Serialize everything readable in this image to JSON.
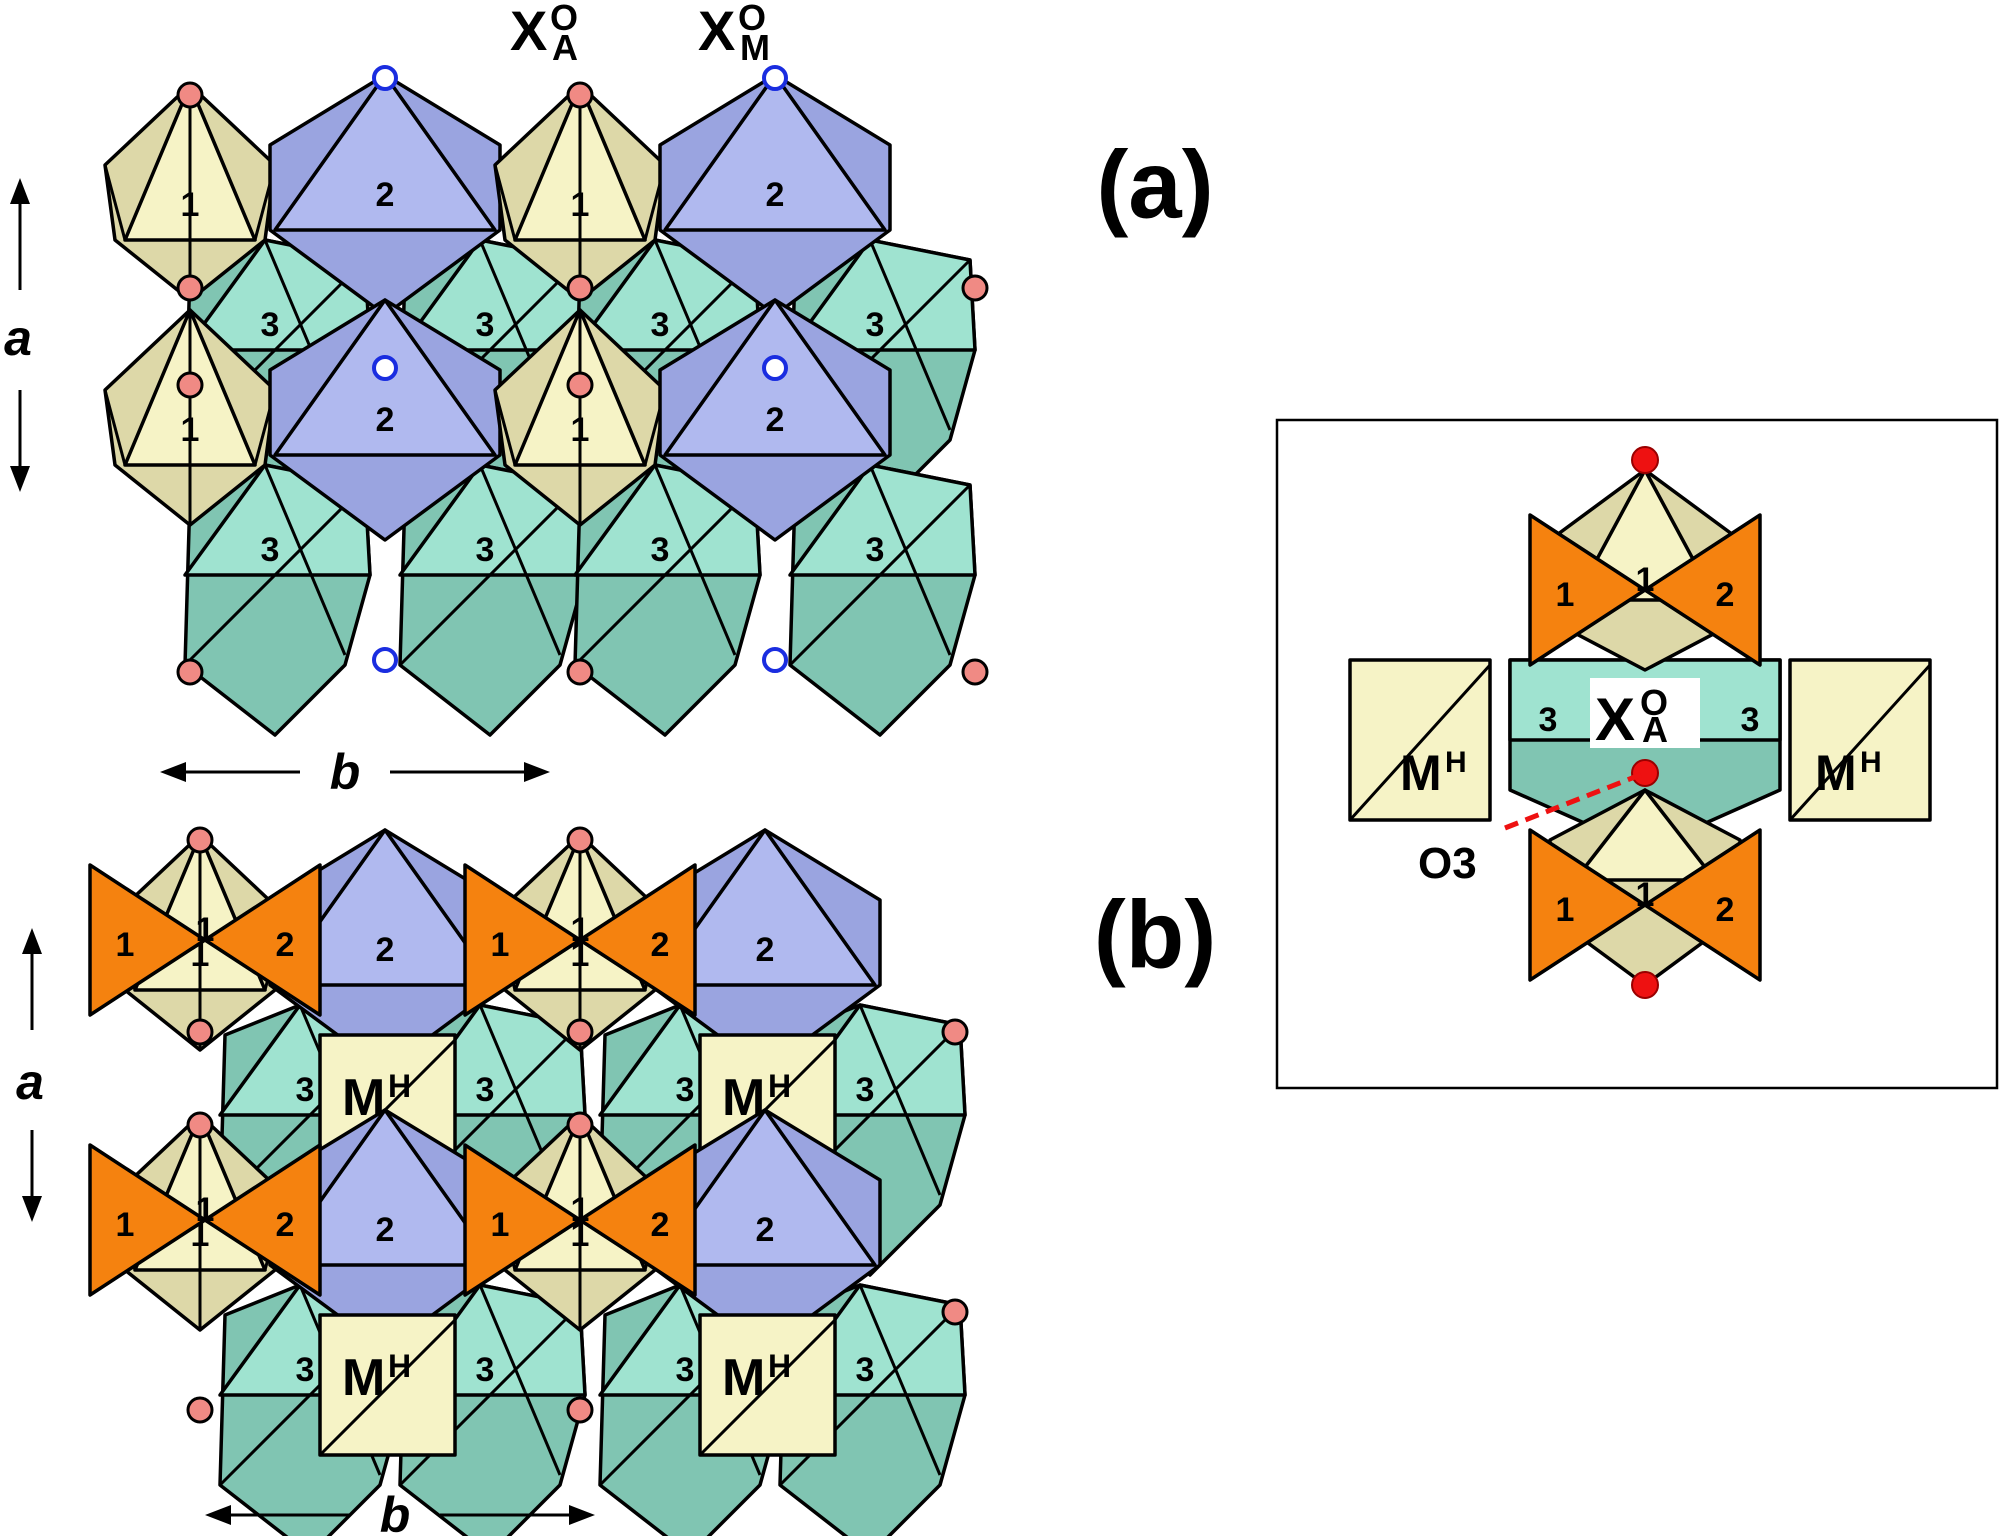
{
  "panels": {
    "a": {
      "label": "(a)"
    },
    "b": {
      "label": "(b)"
    }
  },
  "axes": {
    "a": "a",
    "b": "b"
  },
  "site_labels": {
    "xo_a": {
      "main": "X",
      "sup": "O",
      "sub": "A"
    },
    "xo_m": {
      "main": "X",
      "sup": "O",
      "sub": "M"
    },
    "mh": {
      "main": "M",
      "sup": "H"
    },
    "o3": "O3"
  },
  "site_numbers": {
    "one": "1",
    "two": "2",
    "three": "3"
  },
  "colors": {
    "site1": "#f6f3c6",
    "site1_dark": "#ddd8a8",
    "site2": "#b0b9ef",
    "site2_dark": "#9aa4e0",
    "site3": "#9fe3d0",
    "site3_dark": "#80c5b2",
    "tetrahedron": "#f5820f",
    "oxygen": "#f08a84",
    "oxygen_highlight": "#ee1111",
    "open_site": "#1a2de0"
  }
}
